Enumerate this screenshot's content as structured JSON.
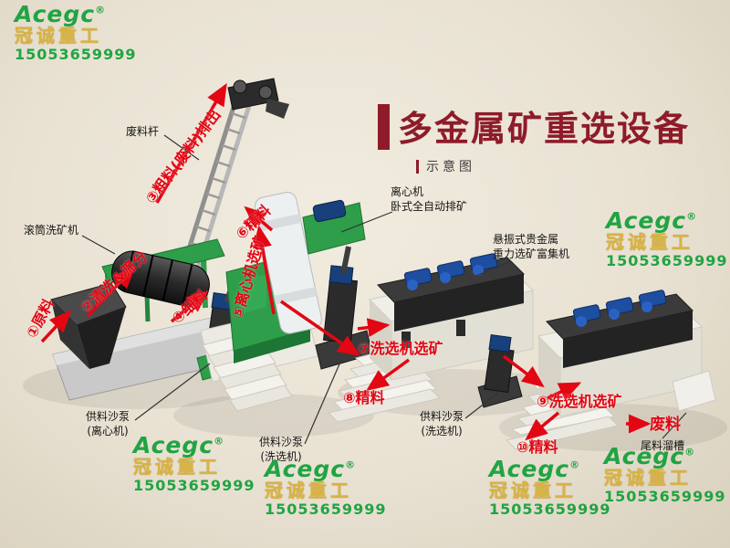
{
  "title": {
    "text": "多金属矿重选设备",
    "subtitle": "示意图"
  },
  "watermark": {
    "brand": "Acegc",
    "reg": "®",
    "company": "冠诚重工",
    "phone": "15053659999"
  },
  "flow_labels": {
    "raw": "①原料",
    "wash_screen": "②清洗&筛分",
    "coarse_out": "③粗料(废料)排出",
    "fine": "④细料",
    "centrifuge_select": "⑤离心机选矿",
    "concentrate1": "⑥精料",
    "washer_select1": "⑦洗选机选矿",
    "concentrate2": "⑧精料",
    "washer_select2": "⑨洗选机选矿",
    "concentrate3": "⑩精料",
    "waste": "废料"
  },
  "equipment_labels": {
    "waste_rod": "废料杆",
    "trommel": "滚筒洗矿机",
    "centrifuge": [
      "离心机",
      "卧式全自动排矿"
    ],
    "shaker": [
      "悬振式贵金属",
      "重力选矿富集机"
    ],
    "pump_centrifuge": [
      "供料沙泵",
      "(离心机)"
    ],
    "pump_washer1": [
      "供料沙泵",
      "(洗选机)"
    ],
    "pump_washer2": [
      "供料沙泵",
      "(洗选机)"
    ],
    "tail_chute": "尾料溜槽"
  },
  "colors": {
    "title_red": "#8e1b2a",
    "flow_red": "#e30613",
    "brand_green": "#17a13c",
    "brand_gold": "#d9b23c",
    "machine_green": "#2f9e4a",
    "motor_blue": "#1d4ea0",
    "background": "#e9e2d3"
  }
}
